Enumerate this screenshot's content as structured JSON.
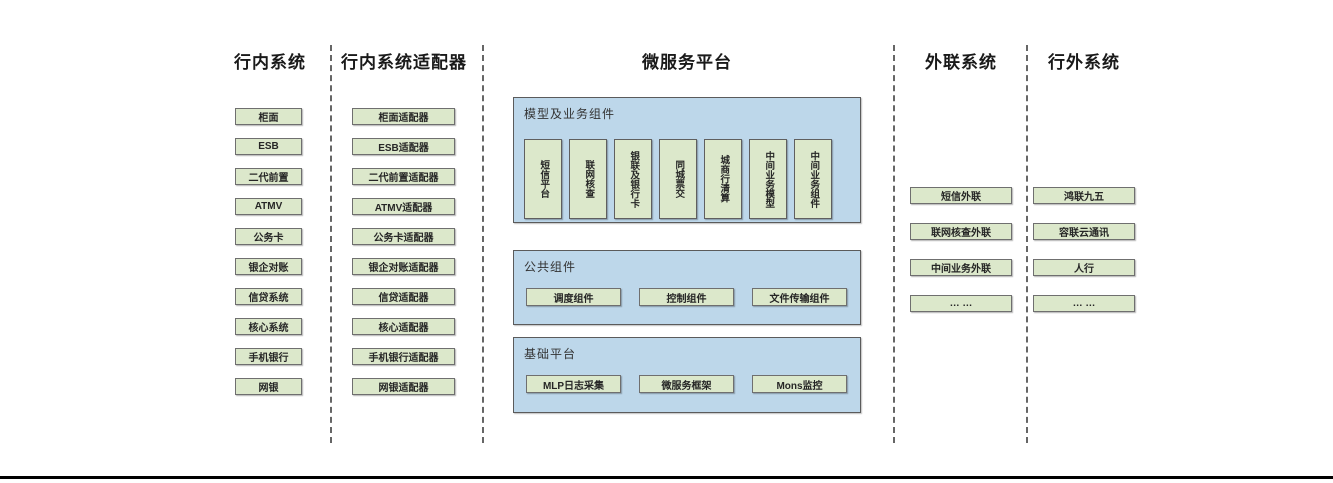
{
  "diagram_title": "微服务平台",
  "columns": {
    "inbank": {
      "title": "行内系统",
      "items": [
        "柜面",
        "ESB",
        "二代前置",
        "ATMV",
        "公务卡",
        "银企对账",
        "信贷系统",
        "核心系统",
        "手机银行",
        "网银"
      ]
    },
    "adapters": {
      "title": "行内系统适配器",
      "items": [
        "柜面适配器",
        "ESB适配器",
        "二代前置适配器",
        "ATMV适配器",
        "公务卡适配器",
        "银企对账适配器",
        "信贷适配器",
        "核心适配器",
        "手机银行适配器",
        "网银适配器"
      ]
    },
    "platform": {
      "title": "微服务平台",
      "model_section": {
        "label": "模型及业务组件",
        "items": [
          "短信平台",
          "联网核查",
          "银联及银行卡",
          "同城票交",
          "城商行清算",
          "中间业务模型",
          "中间业务组件"
        ]
      },
      "common_section": {
        "label": "公共组件",
        "items": [
          "调度组件",
          "控制组件",
          "文件传输组件"
        ]
      },
      "base_section": {
        "label": "基础平台",
        "items": [
          "MLP日志采集",
          "微服务框架",
          "Mons监控"
        ]
      }
    },
    "outbound": {
      "title": "外联系统",
      "items": [
        "短信外联",
        "联网核查外联",
        "中间业务外联",
        "… …"
      ]
    },
    "external": {
      "title": "行外系统",
      "items": [
        "鸿联九五",
        "容联云通讯",
        "人行",
        "… …"
      ]
    }
  },
  "colors": {
    "box_green_fill": "#dce8cb",
    "box_border_gray": "#6f6f6f",
    "panel_blue_fill": "#bdd7ea",
    "panel_border_gray": "#5b5b5b",
    "separator_dash_gray": "#666666",
    "bottom_rule_black": "#000000",
    "text_dark": "#262626"
  }
}
